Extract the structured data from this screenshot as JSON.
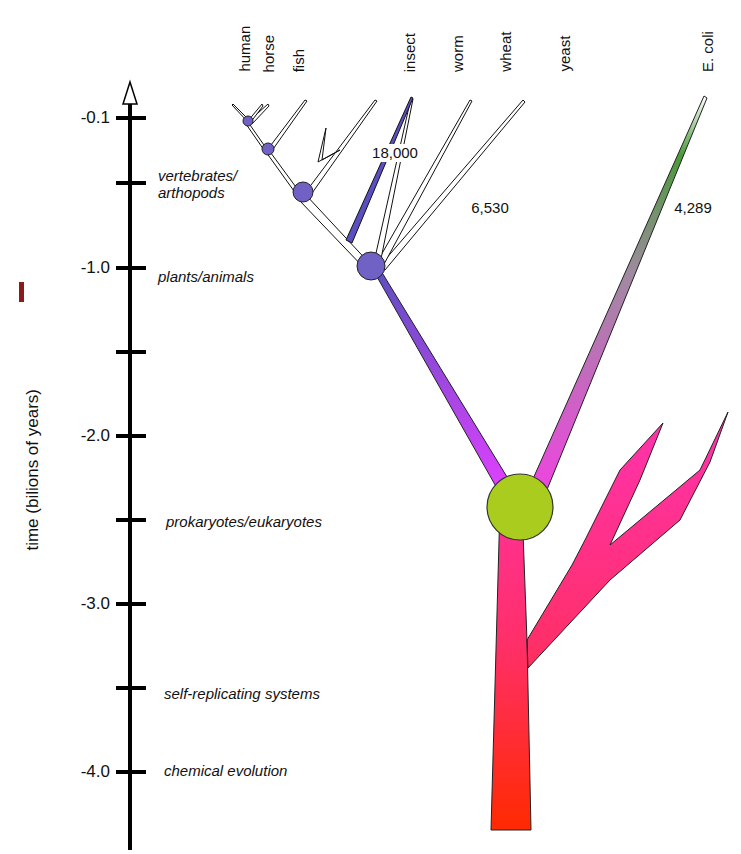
{
  "diagram": {
    "labels": [
      "human",
      "horse",
      "fish",
      "insect",
      "worm",
      "wheat",
      "yeast",
      "E. coli",
      "18,000",
      "6,530",
      "4,289",
      "-0.1",
      "-1.0",
      "-2.0",
      "-3.0",
      "-4.0",
      "vertebrates/ arthopods",
      "plants/animals",
      "prokaryotes/eukaryotes",
      "self-replicating systems",
      "chemical evolution",
      "time (bilions of years)"
    ]
  }
}
